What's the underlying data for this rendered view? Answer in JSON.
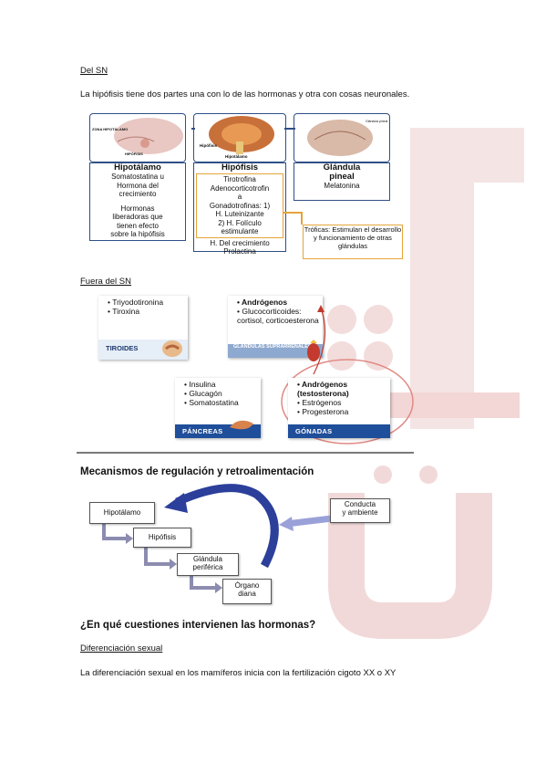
{
  "sections": {
    "del_sn_heading": "Del SN",
    "intro": "La hipófisis tiene dos partes una con lo de las hormonas y otra con cosas neuronales.",
    "fuera_sn_heading": "Fuera del SN",
    "mecanismos_title": "Mecanismos de regulación y retroalimentación",
    "cuestiones_title": "¿En qué cuestiones intervienen las hormonas?",
    "diferenciacion_heading": "Diferenciación sexual",
    "diferenciacion_text": "La diferenciación sexual en los mamíferos inicia con la fertilización cigoto XX o XY"
  },
  "brain_diagram": {
    "image_labels": {
      "left_top": "ZONA HIPOTÁLAMO",
      "left_bottom": "HIPÓFISIS",
      "mid_top": "Hipófisis",
      "mid_bottom": "Hipotálamo",
      "right": "Glándula pineal"
    },
    "hipotalamo": {
      "title": "Hipotálamo",
      "lines": [
        "Somatostatina u",
        "Hormona del",
        "crecimiento",
        "",
        "Hormonas",
        "liberadoras que",
        "tienen efecto",
        "sobre la hipófisis"
      ]
    },
    "hipofisis": {
      "title": "Hipófisis",
      "lines": [
        "Tirotrofina",
        "Adenocorticotrofin",
        "a",
        "Gonadotrofinas: 1)",
        "H. Luteinizante",
        "2) H. Folículo",
        "estimulante",
        "H. Del crecimiento",
        "Prolactina"
      ]
    },
    "pineal": {
      "title_1": "Glándula",
      "title_2": "pineal",
      "lines": [
        "Melatonina"
      ]
    },
    "troficas": "Tróficas: Estimulan el desarrollo y funcionamiento de otras glándulas"
  },
  "glands": {
    "tiroides": {
      "items": [
        "Triyodotironina",
        "Tiroxina"
      ],
      "label": "TIROIDES"
    },
    "suprarrenales": {
      "items": [
        "Andrógenos",
        "Glucocorticoides: cortisol, corticoesterona"
      ],
      "label": "GLÁNDULAS SUPRARRENALES"
    },
    "pancreas": {
      "items": [
        "Insulina",
        "Glucagón",
        "Somatostatina"
      ],
      "label": "PÁNCREAS"
    },
    "gonadas": {
      "items": [
        "Andrógenos (testosterona)",
        "Estrógenos",
        "Progesterona"
      ],
      "label": "GÓNADAS"
    }
  },
  "feedback": {
    "hipotalamo": "Hipotálamo",
    "hipofisis": "Hipófisis",
    "glandula_1": "Glándula",
    "glandula_2": "periférica",
    "organo_1": "Órgano",
    "organo_2": "diana",
    "conducta_1": "Conducta",
    "conducta_2": "y ambiente"
  },
  "colors": {
    "accent_blue": "#2f4f88",
    "band_blue": "#1f4e9a",
    "orange": "#e5a43a",
    "watermark": "#f2dede",
    "arrow_blue": "#2c3f9a"
  }
}
